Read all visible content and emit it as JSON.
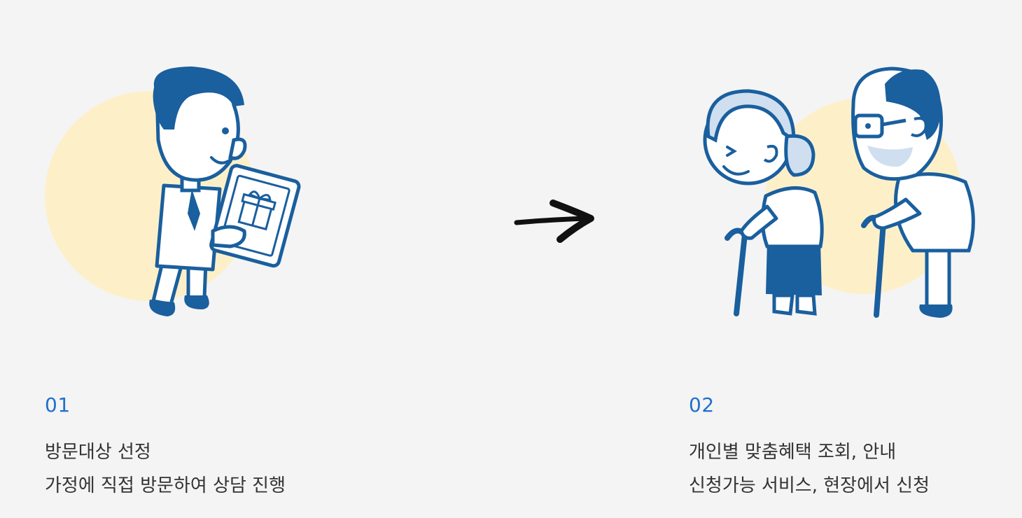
{
  "steps": [
    {
      "number": "01",
      "title": "방문대상 선정",
      "detail": "가정에 직접 방문하여 상담 진행",
      "illustration": "worker-with-tablet-icon"
    },
    {
      "number": "02",
      "title": "개인별 맞춤혜택 조회, 안내",
      "detail": "신청가능 서비스, 현장에서 신청",
      "illustration": "elderly-couple-icon"
    }
  ],
  "connector": "arrow-right-icon",
  "colors": {
    "accent": "#1f6fce",
    "figure_blue": "#1a5f9e",
    "circle_fill": "#fdf0c9",
    "text": "#333333",
    "background": "#f4f4f4"
  }
}
